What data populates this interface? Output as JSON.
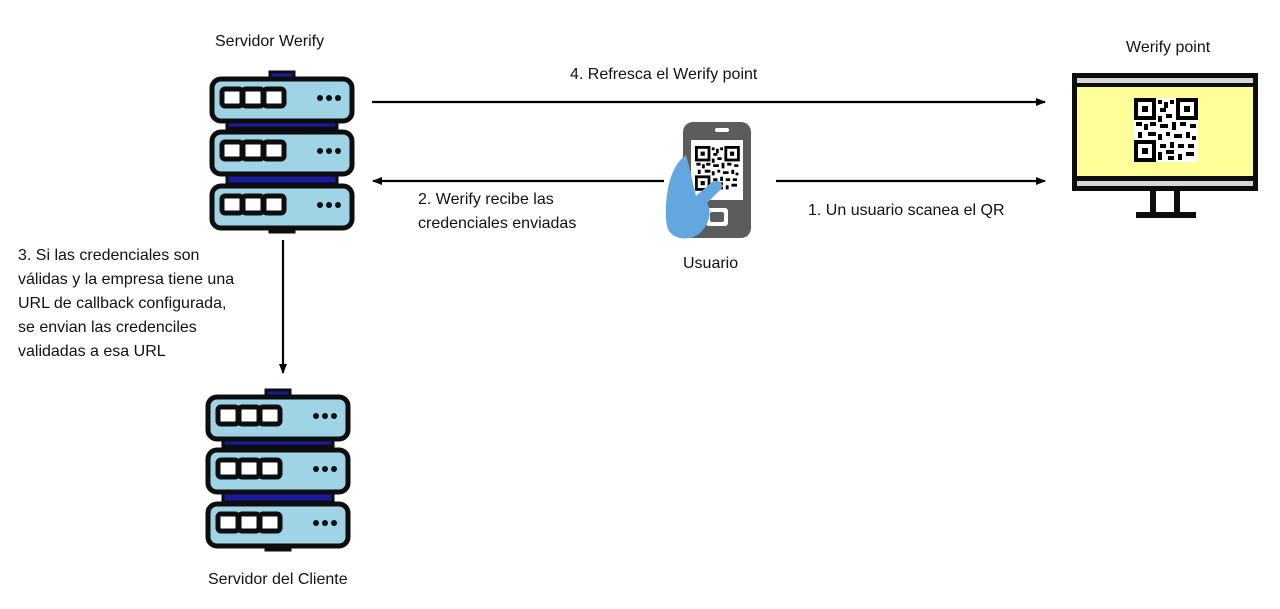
{
  "nodes": {
    "server_werify": "Servidor Werify",
    "werify_point": "Werify point",
    "usuario": "Usuario",
    "server_cliente": "Servidor del Cliente"
  },
  "edges": {
    "step1": "1. Un usuario scanea el QR",
    "step2": "2. Werify recibe las\ncredenciales enviadas",
    "step3": "3. Si las credenciales son\nválidas y la empresa tiene una\nURL de callback configurada,\nse envian las credenciles\nvalidadas a esa URL",
    "step4": "4. Refresca el Werify point"
  },
  "colors": {
    "server_fill": "#9fd3e6",
    "server_outline": "#0d0d0d",
    "server_connector": "#1a1aa0",
    "screen_fill": "#ffff99",
    "monitor_frame": "#0d0d0d",
    "phone_body": "#5c5c5c",
    "hand": "#62a7e0"
  },
  "icons": [
    "server-icon",
    "monitor-qr-icon",
    "phone-scan-icon"
  ]
}
